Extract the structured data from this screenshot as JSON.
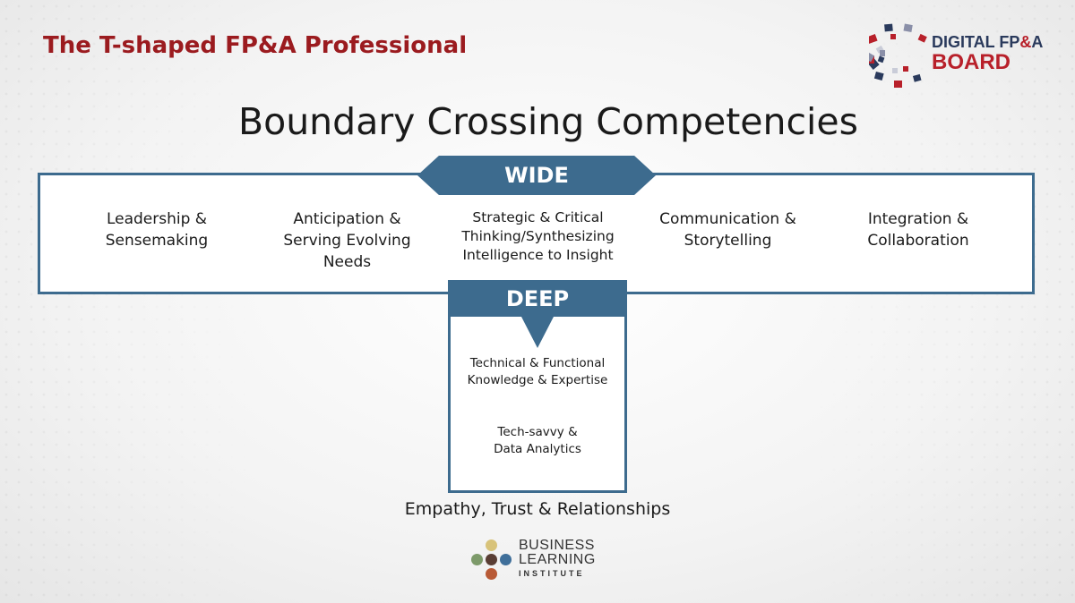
{
  "slide_title": "The T-shaped FP&A Professional",
  "logo": {
    "line1_main": "DIGITAL FP",
    "line1_amp": "&",
    "line1_end": "A",
    "line2": "BOARD"
  },
  "heading": "Boundary Crossing Competencies",
  "wide": {
    "label": "WIDE",
    "items": [
      "Leadership & Sensemaking",
      "Anticipation & Serving Evolving Needs",
      "Strategic & Critical Thinking/Synthesizing Intelligence to Insight",
      "Communication & Storytelling",
      "Integration & Collaboration"
    ]
  },
  "deep": {
    "label": "DEEP",
    "items": [
      "Technical & Functional Knowledge & Expertise",
      "Tech-savvy & Data Analytics"
    ]
  },
  "foundation": "Empathy, Trust & Relationships",
  "bli": {
    "line1": "BUSINESS",
    "line2": "LEARNING",
    "line3": "INSTITUTE"
  },
  "colors": {
    "title_red": "#9b1b1f",
    "band_blue": "#3d6b8e",
    "logo_navy": "#2a3a5c",
    "logo_red": "#b8202a"
  },
  "icons": [
    "digital-fpa-board-logo",
    "business-learning-institute-logo"
  ]
}
